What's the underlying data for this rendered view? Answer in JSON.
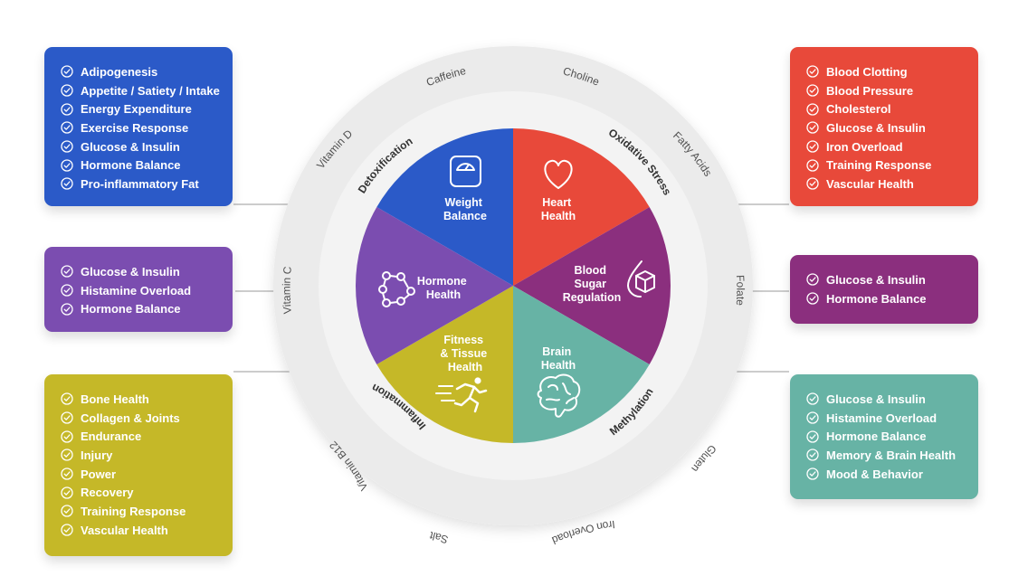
{
  "colors": {
    "weight": "#2b5ac8",
    "heart": "#e8493a",
    "blood_sugar": "#8b2f7e",
    "brain": "#67b3a5",
    "fitness": "#c5b828",
    "hormone": "#7b4db0",
    "outer_ring": "#ebebeb",
    "inner_ring": "#f3f3f3"
  },
  "segments": [
    {
      "id": "weight",
      "label": [
        "Weight",
        "Balance"
      ],
      "icon": "scale-icon"
    },
    {
      "id": "heart",
      "label": [
        "Heart",
        "Health"
      ],
      "icon": "heart-icon"
    },
    {
      "id": "blood_sugar",
      "label": [
        "Blood",
        "Sugar",
        "Regulation"
      ],
      "icon": "sugar-cube-icon"
    },
    {
      "id": "brain",
      "label": [
        "Brain",
        "Health"
      ],
      "icon": "brain-icon"
    },
    {
      "id": "fitness",
      "label": [
        "Fitness",
        "& Tissue",
        "Health"
      ],
      "icon": "runner-icon"
    },
    {
      "id": "hormone",
      "label": [
        "Hormone",
        "Health"
      ],
      "icon": "molecule-icon"
    }
  ],
  "categories": [
    "Detoxification",
    "Oxidative Stress",
    "Methylation",
    "Inflammation"
  ],
  "nutrients": [
    "Caffeine",
    "Choline",
    "Fatty Acids",
    "Folate",
    "Gluten",
    "Iron Overload",
    "Salt",
    "Vitamin B12",
    "Vitamin C",
    "Vitamin D"
  ],
  "panels": {
    "weight": [
      "Adipogenesis",
      "Appetite / Satiety / Intake",
      "Energy Expenditure",
      "Exercise Response",
      "Glucose & Insulin",
      "Hormone Balance",
      "Pro-inflammatory Fat"
    ],
    "hormone": [
      "Glucose & Insulin",
      "Histamine Overload",
      "Hormone Balance"
    ],
    "fitness": [
      "Bone Health",
      "Collagen & Joints",
      "Endurance",
      "Injury",
      "Power",
      "Recovery",
      "Training Response",
      "Vascular Health"
    ],
    "heart": [
      "Blood Clotting",
      "Blood Pressure",
      "Cholesterol",
      "Glucose & Insulin",
      "Iron Overload",
      "Training Response",
      "Vascular Health"
    ],
    "blood_sugar": [
      "Glucose & Insulin",
      "Hormone Balance"
    ],
    "brain": [
      "Glucose & Insulin",
      "Histamine Overload",
      "Hormone Balance",
      "Memory & Brain Health",
      "Mood & Behavior"
    ]
  }
}
